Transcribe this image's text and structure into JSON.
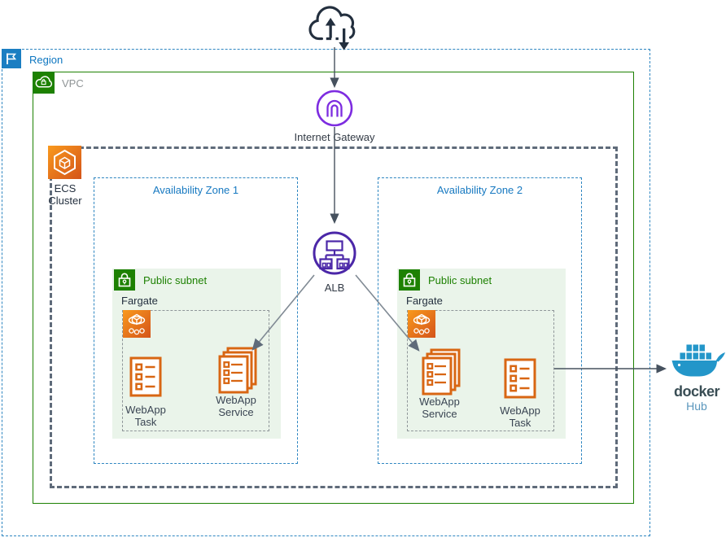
{
  "region": {
    "label": "Region"
  },
  "vpc": {
    "label": "VPC"
  },
  "ecs_cluster": {
    "label_line1": "ECS",
    "label_line2": "Cluster"
  },
  "internet_gateway": {
    "label": "Internet Gateway"
  },
  "alb": {
    "label": "ALB"
  },
  "availability_zones": [
    {
      "label": "Availability Zone 1",
      "subnet_label": "Public subnet",
      "fargate_label": "Fargate",
      "task": {
        "line1": "WebApp",
        "line2": "Task"
      },
      "service": {
        "line1": "WebApp",
        "line2": "Service"
      }
    },
    {
      "label": "Availability Zone 2",
      "subnet_label": "Public subnet",
      "fargate_label": "Fargate",
      "task": {
        "line1": "WebApp",
        "line2": "Task"
      },
      "service": {
        "line1": "WebApp",
        "line2": "Service"
      }
    }
  ],
  "docker_hub": {
    "brand": "docker",
    "label": "Hub"
  },
  "colors": {
    "region_blue": "#2e86c1",
    "az_blue": "#1779c1",
    "vpc_green": "#1d8102",
    "subnet_fill": "#eaf4ea",
    "ecs_border_gray": "#5f6b7a",
    "aws_orange_light": "#f9991d",
    "aws_orange_dark": "#d4541a",
    "task_outline_orange": "#d86613",
    "igw_purple": "#7d2ce0",
    "alb_purple": "#4b27a8",
    "arrow_dark": "#46515e",
    "arrow_gray": "#808a94",
    "internet_navy": "#232f3e",
    "docker_blue": "#2396c9",
    "docker_text": "#394d54",
    "docker_hub_text": "#5b97bd"
  }
}
